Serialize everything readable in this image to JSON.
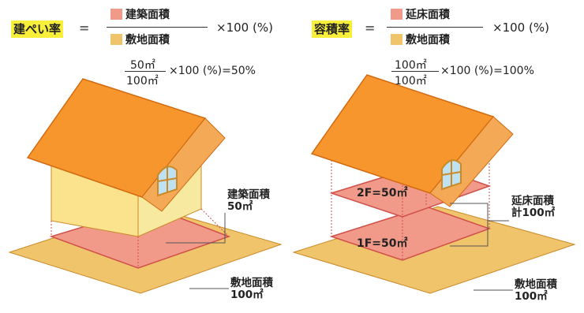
{
  "colors": {
    "yellow_label": "#f7ef3a",
    "salmon": "#f19a8a",
    "tan": "#f0c46a",
    "roof": "#f8962e",
    "wall": "#fbe28c"
  },
  "left": {
    "label": "建ぺい率",
    "eq": "=",
    "numerator": "建築面積",
    "denominator": "敷地面積",
    "multiplier": "×100 (%)",
    "example_num": "50㎡",
    "example_den": "100㎡",
    "example_rest": "×100 (%)=50%",
    "annotation_building_1": "建築面積",
    "annotation_building_2": "50㎡",
    "annotation_site_1": "敷地面積",
    "annotation_site_2": "100㎡"
  },
  "right": {
    "label": "容積率",
    "eq": "=",
    "numerator": "延床面積",
    "denominator": "敷地面積",
    "multiplier": "×100 (%)",
    "example_num": "100㎡",
    "example_den": "100㎡",
    "example_rest": "×100 (%)=100%",
    "floor2": "2F=50㎡",
    "floor1": "1F=50㎡",
    "annotation_total_1": "延床面積",
    "annotation_total_2": "計100㎡",
    "annotation_site_1": "敷地面積",
    "annotation_site_2": "100㎡"
  }
}
